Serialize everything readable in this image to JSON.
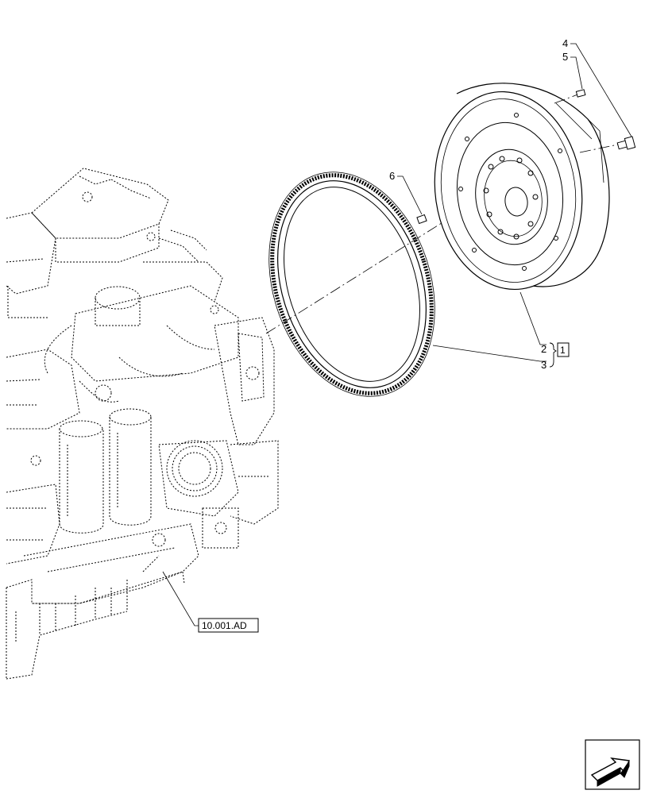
{
  "callouts": {
    "c1": "1",
    "c2": "2",
    "c3": "3",
    "c4": "4",
    "c5": "5",
    "c6": "6"
  },
  "reference": {
    "engine_ref": "10.001.AD"
  },
  "icons": {
    "nav": "next-page-arrow-icon"
  },
  "colors": {
    "line": "#000000",
    "background": "#ffffff"
  }
}
